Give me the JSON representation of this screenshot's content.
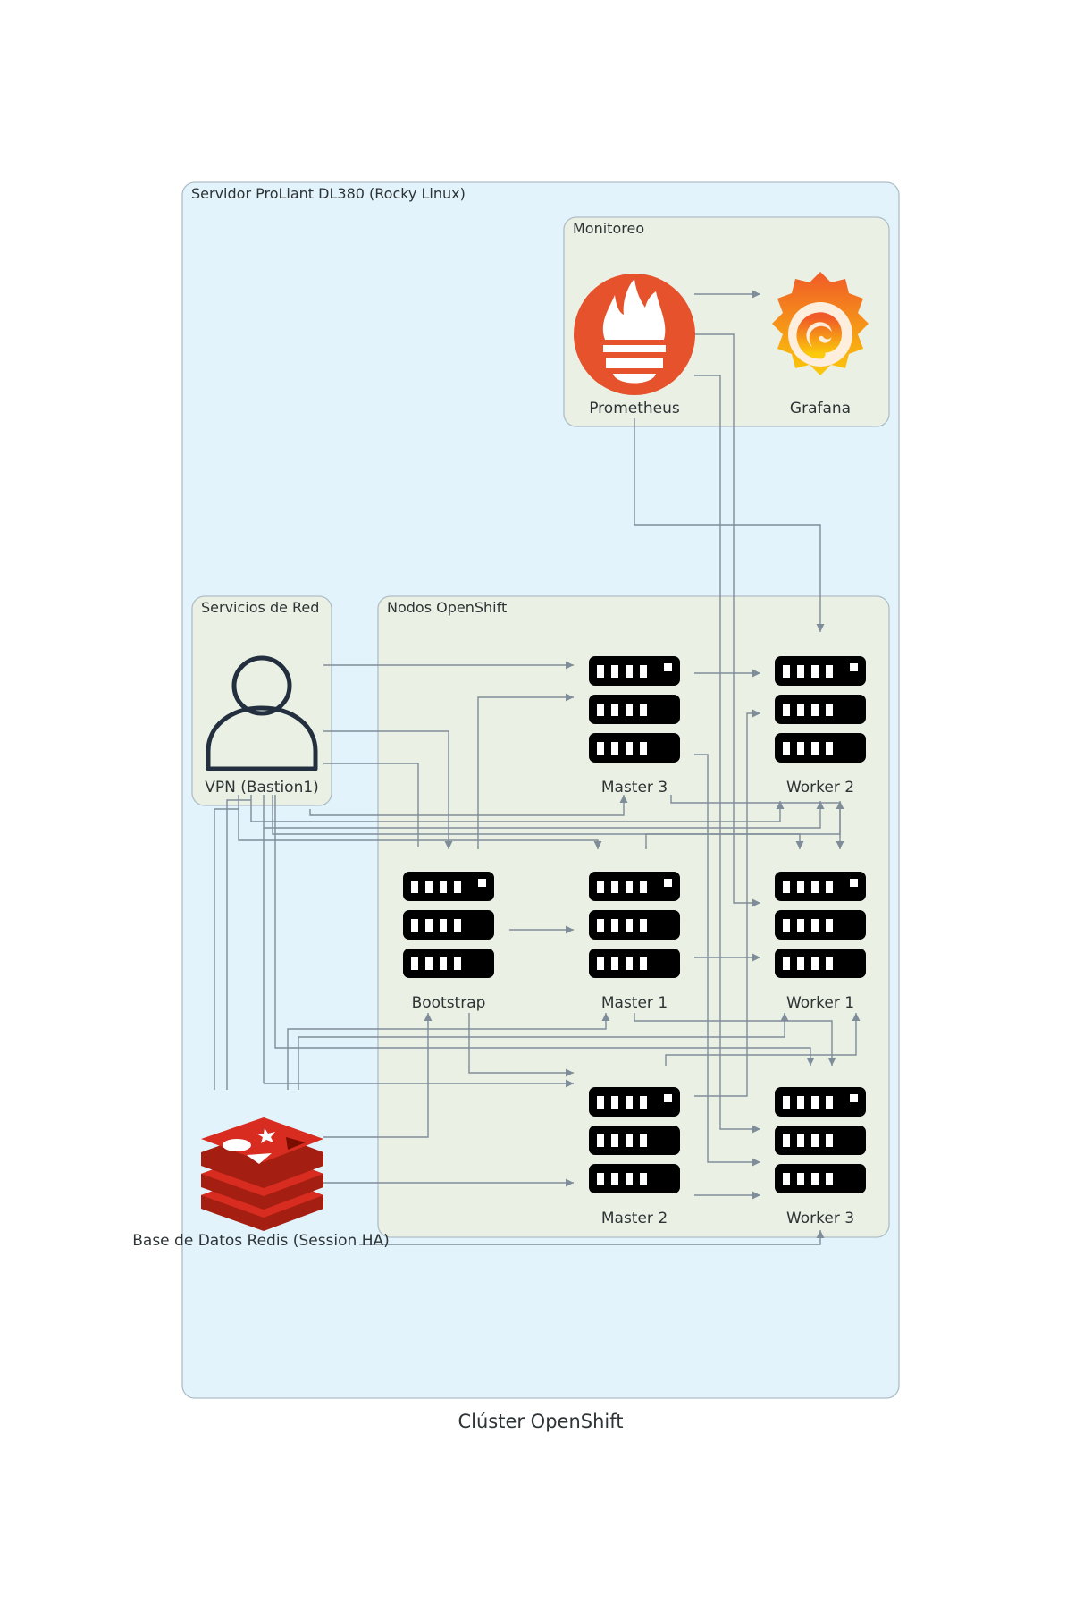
{
  "diagram": {
    "title": "Clúster OpenShift",
    "clusters": {
      "server": "Servidor ProLiant DL380 (Rocky Linux)",
      "monitoring": "Monitoreo",
      "network": "Servicios de Red",
      "openshift": "Nodos OpenShift"
    },
    "nodes": {
      "prometheus": "Prometheus",
      "grafana": "Grafana",
      "vpn": "VPN (Bastion1)",
      "redis": "Base de Datos Redis (Session HA)",
      "bootstrap": "Bootstrap",
      "master1": "Master 1",
      "master2": "Master 2",
      "master3": "Master 3",
      "worker1": "Worker 1",
      "worker2": "Worker 2",
      "worker3": "Worker 3"
    },
    "colors": {
      "server_fill": "#e3f3fb",
      "group_fill": "#eaf1e4",
      "border": "#aebdc6",
      "edge": "#7f8c99",
      "prometheus": "#e6522c",
      "redis": "#d82c20",
      "grafana_top": "#f05a28",
      "grafana_bottom": "#fbca0a"
    },
    "icons": {
      "prometheus": "prometheus-flame-icon",
      "grafana": "grafana-swirl-icon",
      "vpn": "user-icon",
      "redis": "redis-stack-icon",
      "server": "server-rack-icon"
    }
  }
}
